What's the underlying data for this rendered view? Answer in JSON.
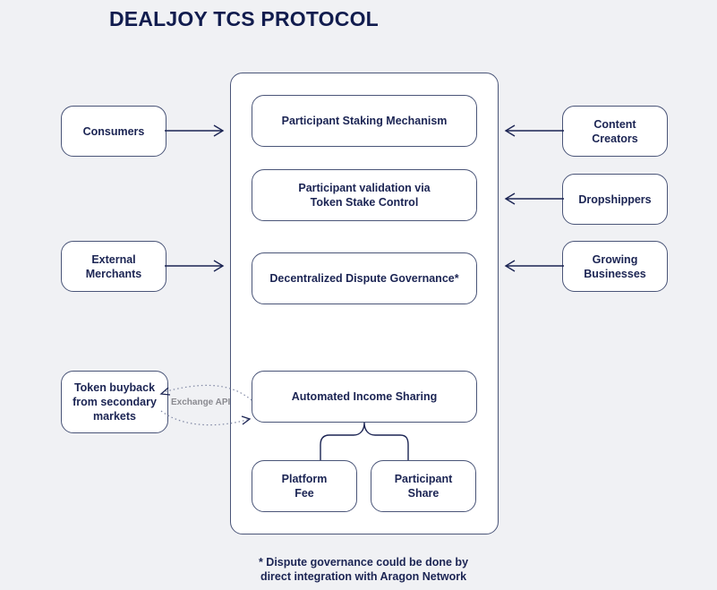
{
  "title": "DEALJOY TCS PROTOCOL",
  "left_inputs": [
    {
      "label_lines": [
        "Consumers"
      ]
    },
    {
      "label_lines": [
        "External",
        "Merchants"
      ]
    }
  ],
  "right_inputs": [
    {
      "label_lines": [
        "Content",
        "Creators"
      ]
    },
    {
      "label_lines": [
        "Dropshippers"
      ]
    },
    {
      "label_lines": [
        "Growing",
        "Businesses"
      ]
    }
  ],
  "protocol": {
    "components": [
      {
        "label_lines": [
          "Participant Staking Mechanism"
        ]
      },
      {
        "label_lines": [
          "Participant validation via",
          "Token Stake Control"
        ]
      },
      {
        "label_lines": [
          "Decentralized Dispute Governance*"
        ]
      },
      {
        "label_lines": [
          "Automated Income Sharing"
        ]
      }
    ],
    "income_split": [
      {
        "label_lines": [
          "Platform",
          "Fee"
        ]
      },
      {
        "label_lines": [
          "Participant",
          "Share"
        ]
      }
    ]
  },
  "buyback": {
    "label_lines": [
      "Token buyback",
      "from secondary",
      "markets"
    ]
  },
  "exchange_api_label": "Exchange API",
  "footnote_lines": [
    "* Dispute governance could be done by",
    "direct integration with Aragon Network"
  ],
  "colors": {
    "background": "#f0f1f4",
    "box_border": "#4a5578",
    "text": "#1b2453",
    "title": "#111c4e",
    "dotted": "#7f87a3"
  }
}
